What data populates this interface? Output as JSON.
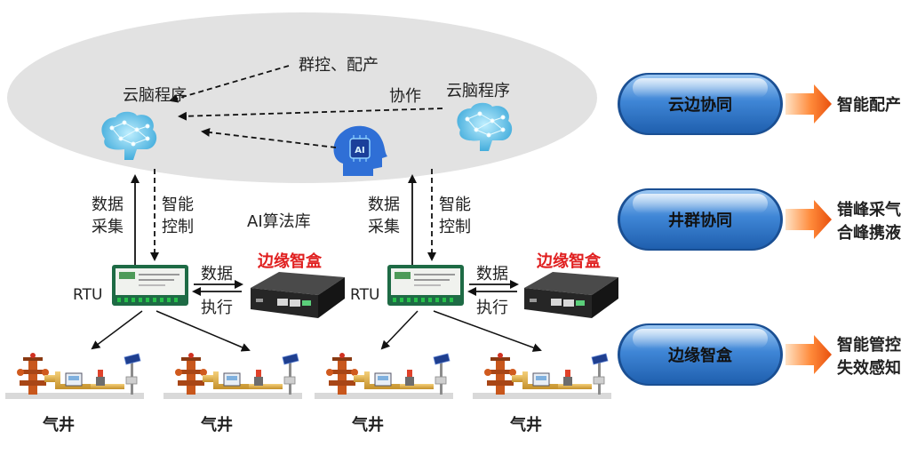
{
  "cloud": {
    "brain_left_label": "云脑程序",
    "brain_right_label": "云脑程序",
    "group_control_label": "群控、配产",
    "cooperate_label": "协作",
    "ai_chip_label": "AI"
  },
  "left_cluster": {
    "up_label_1": "数据",
    "up_label_2": "采集",
    "down_label_1": "智能",
    "down_label_2": "控制",
    "rtu_label": "RTU",
    "link_label_top": "数据",
    "link_label_bottom": "执行",
    "edge_box_label": "边缘智盒"
  },
  "ai_library_label": "AI算法库",
  "right_cluster": {
    "up_label_1": "数据",
    "up_label_2": "采集",
    "down_label_1": "智能",
    "down_label_2": "控制",
    "rtu_label": "RTU",
    "link_label_top": "数据",
    "link_label_bottom": "执行",
    "edge_box_label": "边缘智盒"
  },
  "wells": [
    {
      "label": "气井"
    },
    {
      "label": "气井"
    },
    {
      "label": "气井"
    },
    {
      "label": "气井"
    }
  ],
  "pills": [
    {
      "label": "云边协同",
      "result_line1": "智能配产",
      "result_line2": ""
    },
    {
      "label": "井群协同",
      "result_line1": "错峰采气",
      "result_line2": "合峰携液"
    },
    {
      "label": "边缘智盒",
      "result_line1": "智能管控",
      "result_line2": "失效感知"
    }
  ],
  "colors": {
    "cloud_fill": "#e2e2e2",
    "pill_blue": "#3a7fd0",
    "arrow_orange": "#f06a1a",
    "edge_box_red": "#e01e1e"
  }
}
